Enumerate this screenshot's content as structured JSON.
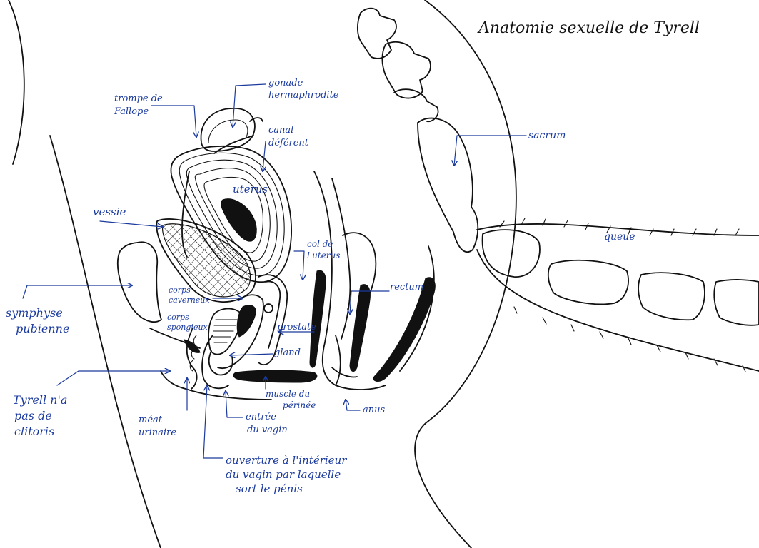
{
  "title": "Anatomie sexuelle de Tyrell",
  "colors": {
    "ink": "#111111",
    "annotation": "#1b3a9e",
    "background": "#ffffff"
  },
  "labels": {
    "trompe": [
      "trompe de",
      "Fallope"
    ],
    "gonade": [
      "gonade",
      "hermaphrodite"
    ],
    "canal": [
      "canal",
      "déférent"
    ],
    "uterus": "uterus",
    "vessie": "vessie",
    "col": [
      "col de",
      "l'uterus"
    ],
    "sacrum": "sacrum",
    "queue": "queue",
    "rectum": "rectum",
    "corps_caverneux": [
      "corps",
      "caverneux"
    ],
    "corps_spongieux": [
      "corps",
      "spongieux"
    ],
    "prostate": "prostate",
    "gland": "gland",
    "symphyse": [
      "symphyse",
      "pubienne"
    ],
    "tyrell": [
      "Tyrell n'a",
      "pas de",
      "clitoris"
    ],
    "meat": [
      "méat",
      "urinaire"
    ],
    "muscle": [
      "muscle du",
      "périnée"
    ],
    "anus": "anus",
    "entree": [
      "entrée",
      "du vagin"
    ],
    "ouverture": [
      "ouverture à l'intérieur",
      "du vagin par laquelle",
      "sort le pénis"
    ]
  }
}
